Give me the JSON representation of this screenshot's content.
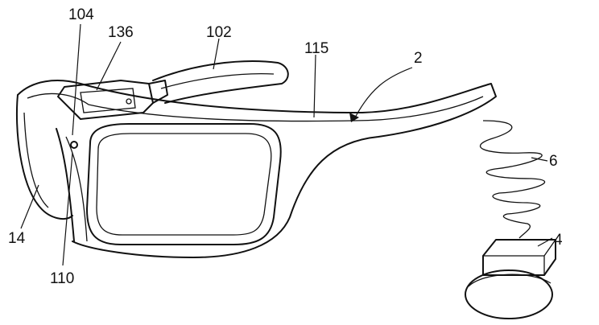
{
  "figure": {
    "labels": {
      "l104": "104",
      "l136": "136",
      "l102": "102",
      "l115": "115",
      "l2": "2",
      "l6": "6",
      "l4": "4",
      "l14": "14",
      "l110": "110"
    }
  }
}
